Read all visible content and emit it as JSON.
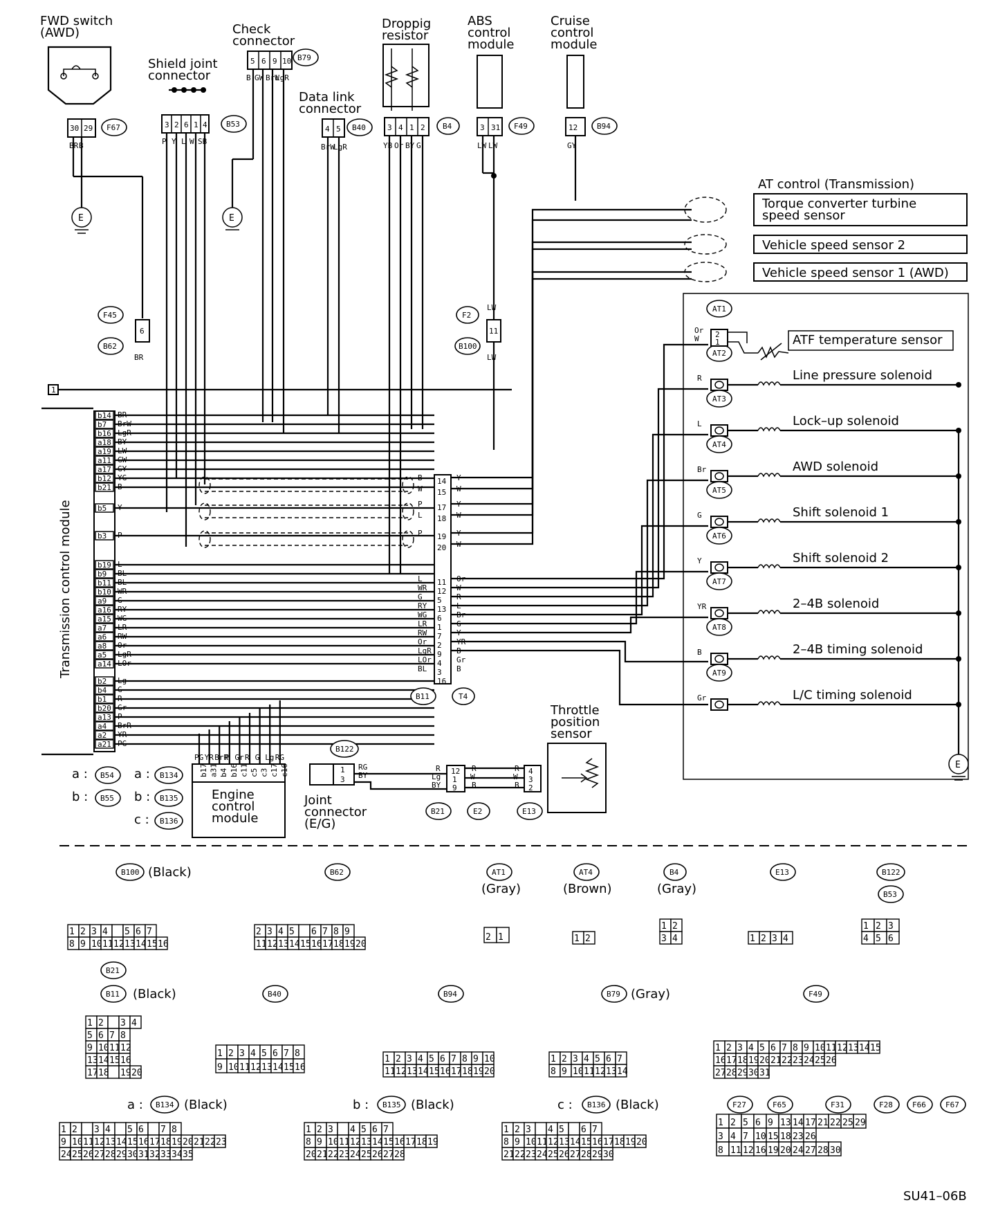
{
  "components": {
    "fwd_switch": "FWD switch\n(AWD)",
    "check_connector": "Check\nconnector",
    "shield_joint": "Shield joint\nconnector",
    "data_link": "Data link\nconnector",
    "dropping_resistor": "Droppig\nresistor",
    "abs_module": "ABS\ncontrol\nmodule",
    "cruise_module": "Cruise\ncontrol\nmodule",
    "tcm": "Transmission control module",
    "ecm": "Engine\ncontrol\nmodule",
    "joint_connector": "Joint\nconnector\n(E/G)",
    "throttle_sensor": "Throttle\nposition\nsensor",
    "at_control": "AT control (Transmission)",
    "turbine_sensor": "Torque converter turbine\nspeed sensor",
    "vss2": "Vehicle speed sensor 2",
    "vss1": "Vehicle speed sensor 1 (AWD)",
    "atf_sensor": "ATF temperature sensor"
  },
  "connector_tags": {
    "F67": "F67",
    "B79": "B79",
    "B53": "B53",
    "B40": "B40",
    "B4": "B4",
    "F49": "F49",
    "B94": "B94",
    "F45": "F45",
    "B62": "B62",
    "F2": "F2",
    "B100": "B100",
    "B11": "B11",
    "T4": "T4",
    "B122": "B122",
    "B21": "B21",
    "E2": "E2",
    "E13": "E13"
  },
  "solenoids": [
    {
      "tag": "AT1",
      "label": ""
    },
    {
      "tag": "AT2",
      "label": "Line pressure solenoid",
      "wire": "R"
    },
    {
      "tag": "AT3",
      "label": "Lock–up solenoid",
      "wire": "L"
    },
    {
      "tag": "AT4",
      "label": "AWD solenoid",
      "wire": "Br"
    },
    {
      "tag": "AT5",
      "label": "Shift solenoid 1",
      "wire": "G"
    },
    {
      "tag": "AT6",
      "label": "Shift solenoid 2",
      "wire": "Y"
    },
    {
      "tag": "AT7",
      "label": "2–4B solenoid",
      "wire": "YR"
    },
    {
      "tag": "AT8",
      "label": "2–4B timing solenoid",
      "wire": "B"
    },
    {
      "tag": "AT9",
      "label": "L/C timing solenoid",
      "wire": "Gr"
    }
  ],
  "tcm_pins": [
    "b14",
    "b7",
    "b16",
    "a18",
    "a19",
    "a11",
    "a17",
    "b12",
    "b21",
    "b5",
    "b3",
    "b19",
    "b9",
    "b11",
    "b10",
    "a9",
    "a16",
    "a15",
    "a7",
    "a6",
    "a8",
    "a5",
    "a14",
    "b2",
    "b4",
    "b1",
    "b20",
    "a13",
    "a4",
    "a2",
    "a21"
  ],
  "tcm_wires": [
    "BR",
    "BrW",
    "LgR",
    "BY",
    "LW",
    "GW",
    "GY",
    "YG",
    "B",
    "Y",
    "P",
    "L",
    "BL",
    "BL",
    "WR",
    "G",
    "RY",
    "WG",
    "LR",
    "RW",
    "Or",
    "LgR",
    "LOr",
    "Lg",
    "G",
    "R",
    "Gr",
    "P",
    "BrR",
    "YR",
    "PG"
  ],
  "tcm_key": {
    "a1": "a :",
    "a2": "B54",
    "a3": "a :",
    "a4": "B134",
    "b1": "b :",
    "b2": "B55",
    "b3": "b :",
    "b4": "B135",
    "c1": "c :",
    "c2": "B136"
  },
  "ecm_pins": [
    "b17",
    "a31",
    "b4",
    "b16",
    "c11",
    "c5",
    "c3",
    "c17",
    "c16"
  ],
  "ecm_wires": [
    "PG",
    "YR",
    "BrR",
    "P",
    "Gr",
    "R",
    "G",
    "Lg",
    "RG"
  ],
  "ground": "E",
  "legend": {
    "B100": "(Black)",
    "B62": "",
    "AT1": "(Gray)",
    "AT4": "(Brown)",
    "B4": "(Gray)",
    "E13": "",
    "B122": "",
    "B53": "",
    "B21": "",
    "B11": "(Black)",
    "B40": "",
    "B94": "",
    "B79": "(Gray)",
    "F49": "",
    "B134": "(Black)",
    "B135": "(Black)",
    "B136": "(Black)",
    "a": "a :",
    "b": "b :",
    "c": "c :",
    "F27": "F27",
    "F65": "F65",
    "F31": "F31",
    "F28": "F28",
    "F66": "F66",
    "F67": "F67"
  },
  "figure_id": "SU41–06B",
  "block_marker": "1"
}
